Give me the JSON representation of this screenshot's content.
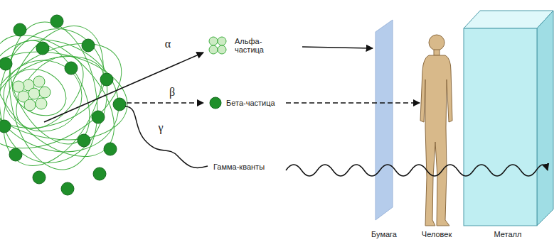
{
  "diagram": {
    "labels": [
      "α",
      "Альфа- частица",
      "β",
      "Бета-частица",
      "γ",
      "Гамма-кванты",
      "Бумага",
      "Человек",
      "Металл"
    ]
  }
}
